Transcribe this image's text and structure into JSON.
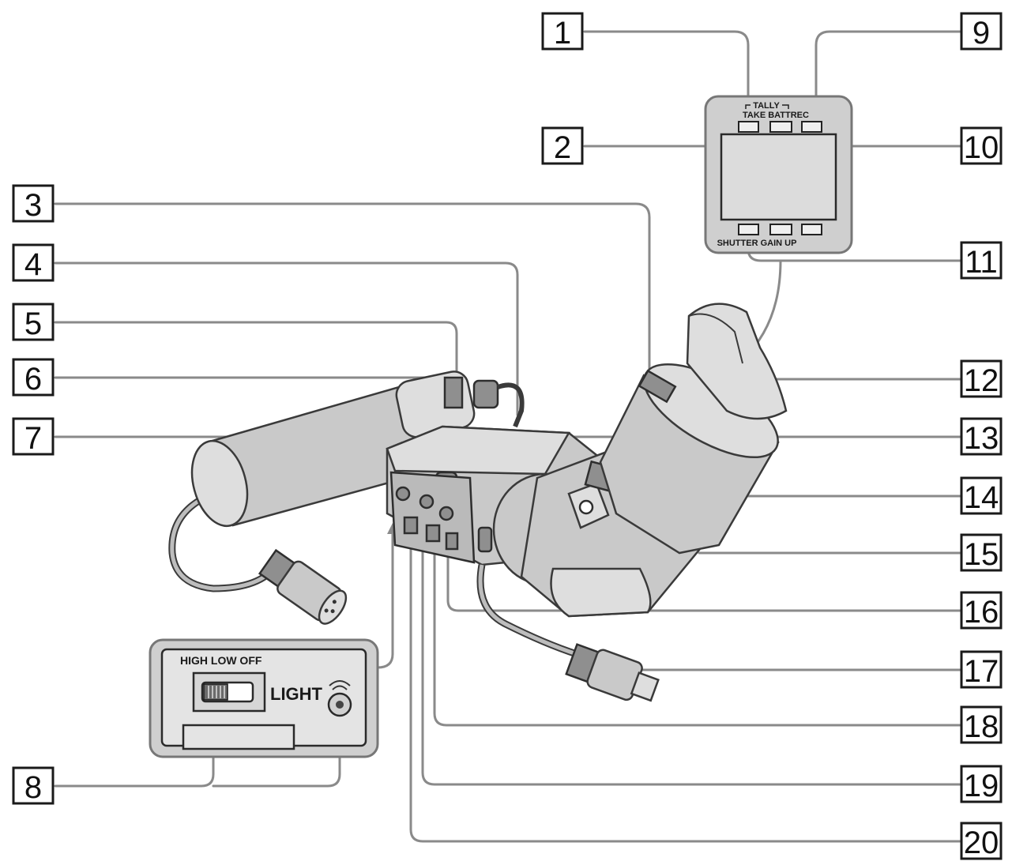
{
  "callouts": [
    {
      "num": "1"
    },
    {
      "num": "2"
    },
    {
      "num": "3"
    },
    {
      "num": "4"
    },
    {
      "num": "5"
    },
    {
      "num": "6"
    },
    {
      "num": "7"
    },
    {
      "num": "8"
    },
    {
      "num": "9"
    },
    {
      "num": "10"
    },
    {
      "num": "11"
    },
    {
      "num": "12"
    },
    {
      "num": "13"
    },
    {
      "num": "14"
    },
    {
      "num": "15"
    },
    {
      "num": "16"
    },
    {
      "num": "17"
    },
    {
      "num": "18"
    },
    {
      "num": "19"
    },
    {
      "num": "20"
    }
  ],
  "tally_panel": {
    "tally_label": "TALLY",
    "top_labels": "TAKE BATTREC",
    "bottom_labels": "SHUTTER GAIN UP"
  },
  "light_panel": {
    "switch_positions": "HIGH LOW OFF",
    "light_label": "LIGHT"
  },
  "colors": {
    "leader_line": "#8a8a8a",
    "body_gray": "#c9c9c9",
    "panel_gray": "#cfcfcf"
  }
}
